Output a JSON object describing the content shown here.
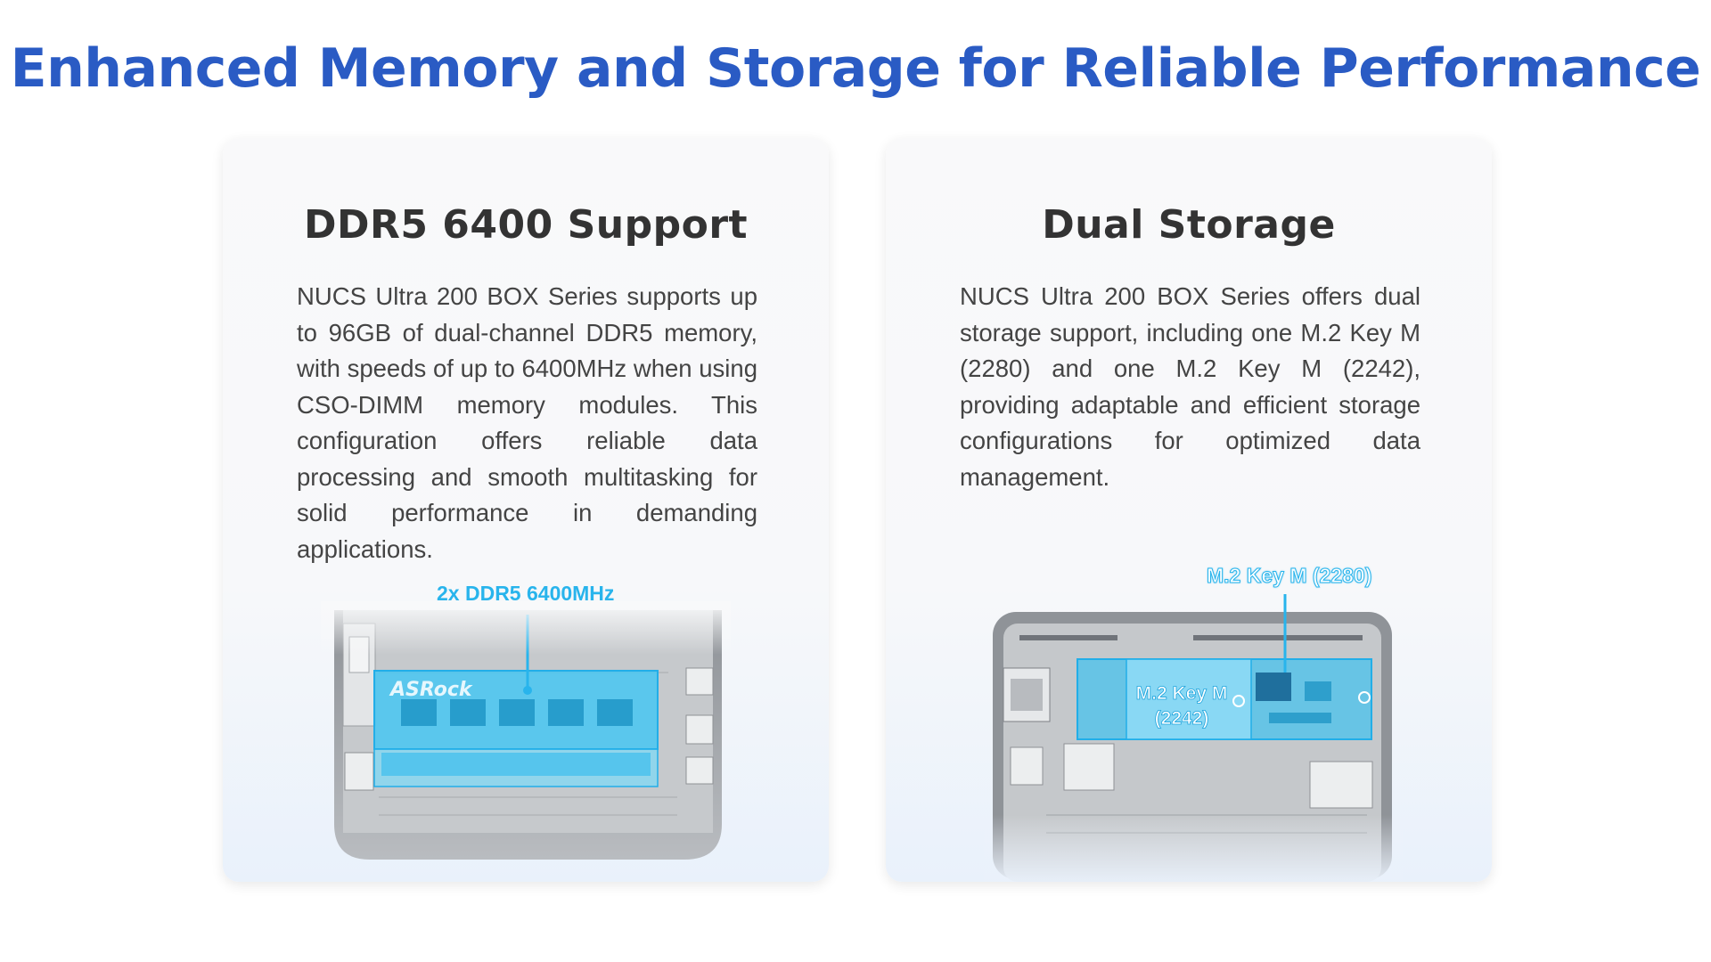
{
  "page": {
    "title": "Enhanced Memory and Storage for Reliable Performance"
  },
  "cards": {
    "memory": {
      "title": "DDR5 6400 Support",
      "body": "NUCS Ultra 200 BOX Series supports up to 96GB of dual-channel DDR5 memory, with speeds of up to 6400MHz when using CSO-DIMM memory modules. This configuration offers reliable data processing and smooth multitasking for solid performance in demanding applications.",
      "callout": "2x DDR5 6400MHz",
      "module_brand": "ASRock"
    },
    "storage": {
      "title": "Dual Storage",
      "body": "NUCS Ultra 200 BOX Series offers dual storage support, including one M.2 Key M (2280) and one M.2 Key M (2242), providing adaptable and efficient storage configurations for optimized data management.",
      "callout_2280": "M.2 Key M (2280)",
      "callout_2242_line1": "M.2 Key M",
      "callout_2242_line2": "(2242)"
    }
  },
  "colors": {
    "title_blue": "#2a5bc4",
    "accent_cyan": "#28b4ec",
    "text_gray": "#444444"
  }
}
